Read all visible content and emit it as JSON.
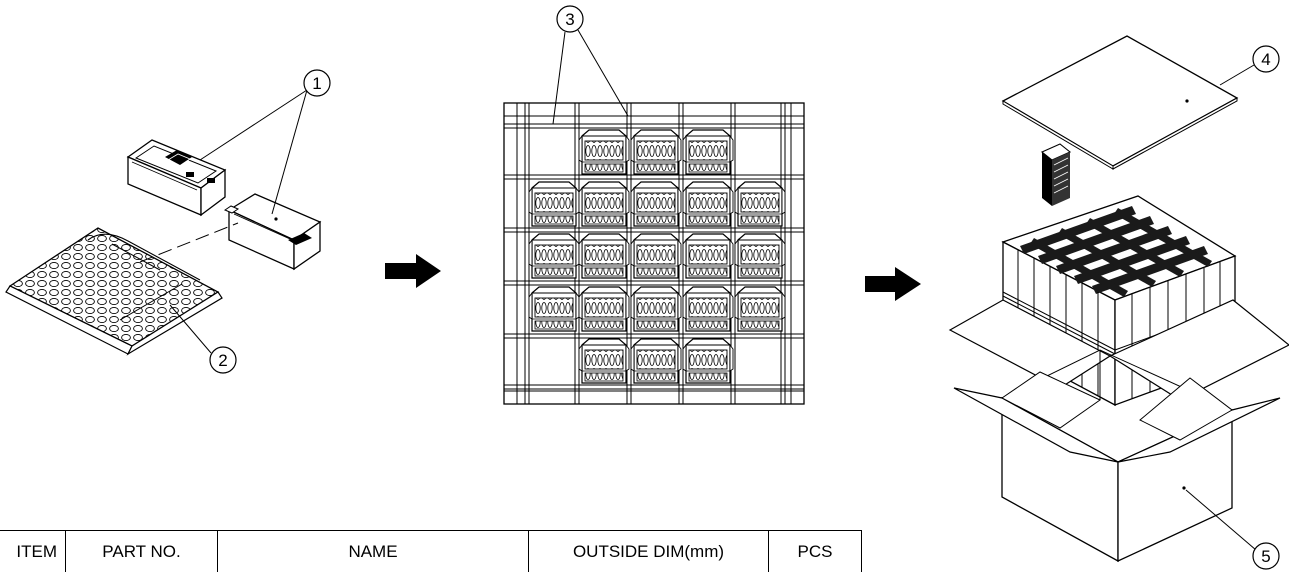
{
  "balloons": {
    "b1": "1",
    "b2": "2",
    "b3": "3",
    "b4": "4",
    "b5": "5"
  },
  "bom_table": {
    "headers": [
      "ITEM",
      "PART NO.",
      "NAME",
      "OUTSIDE DIM(mm)",
      "PCS"
    ]
  },
  "colors": {
    "line": "#000000",
    "background": "#ffffff"
  },
  "icons": {
    "step_arrow": "right-arrow-icon"
  }
}
